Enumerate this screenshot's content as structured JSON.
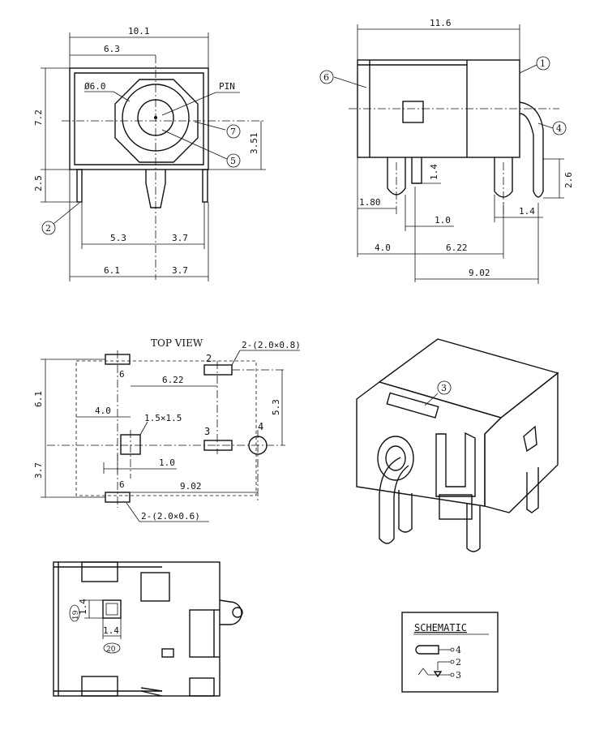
{
  "front_view": {
    "dims": {
      "overall_width": "10.1",
      "center_offset": "6.3",
      "body_height": "7.2",
      "center_height": "3.51",
      "pin_length": "2.5",
      "pin_left_span": "5.3",
      "pin_right_span": "3.7",
      "bottom_left": "6.1",
      "bottom_right": "3.7",
      "bore_dia": "Ø6.0"
    },
    "labels": {
      "pin": "PIN"
    },
    "callouts": {
      "c2": "2",
      "c5": "5",
      "c7": "7"
    }
  },
  "side_view": {
    "dims": {
      "overall_length": "11.6",
      "tab_height": "1.4",
      "pin_extension": "2.6",
      "front_offset": "1.80",
      "pin_width": "1.0",
      "rear_pin_width": "1.4",
      "front_pin_pos": "4.0",
      "rear_pin_pos": "6.22",
      "total_depth": "9.02"
    },
    "callouts": {
      "c1": "1",
      "c4": "4",
      "c6": "6"
    }
  },
  "top_view": {
    "title": "TOP VIEW",
    "notes": {
      "pad2_size": "2-(2.0×0.8)",
      "pad6_size": "2-(2.0×0.6)",
      "pad1_size": "1.5×1.5"
    },
    "dims": {
      "upper_height": "6.1",
      "lower_height": "3.7",
      "pad_spacing_x": "6.22",
      "pad_offset_left": "4.0",
      "pad_pitch": "5.3",
      "slot_width": "1.0",
      "total_depth": "9.02"
    },
    "pad_labels": {
      "p2": "2",
      "p3": "3",
      "p4": "4",
      "p6_top": "6",
      "p6_bottom": "6"
    }
  },
  "iso_view": {
    "callouts": {
      "c3": "3"
    }
  },
  "bottom_view": {
    "dims": {
      "pad_w": "1.4",
      "pad_h": "1.4"
    },
    "callouts": {
      "c19": "19",
      "c20": "20"
    }
  },
  "schematic": {
    "title": "SCHEMATIC",
    "pins": {
      "p4": "4",
      "p2": "2",
      "p3": "3"
    }
  }
}
